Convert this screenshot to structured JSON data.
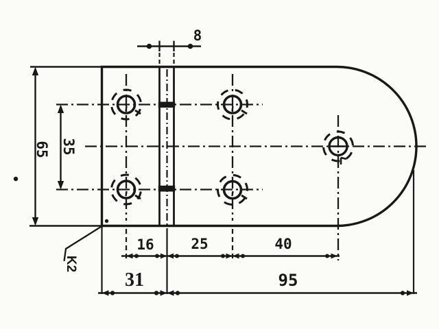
{
  "meta": {
    "type": "technical-drawing",
    "subject": "hinge-plate"
  },
  "colors": {
    "ink": "#191816",
    "paper": "#fbfbf8"
  },
  "dims": {
    "pin_width": "8",
    "overall_height": "65",
    "hole_row_spacing": "35",
    "hole_to_pin": "16",
    "pin_to_second_hole": "25",
    "second_to_end_hole": "40",
    "leaf_width": "31",
    "pin_to_tip": "95"
  },
  "labels": {
    "corner_note": "K2"
  }
}
